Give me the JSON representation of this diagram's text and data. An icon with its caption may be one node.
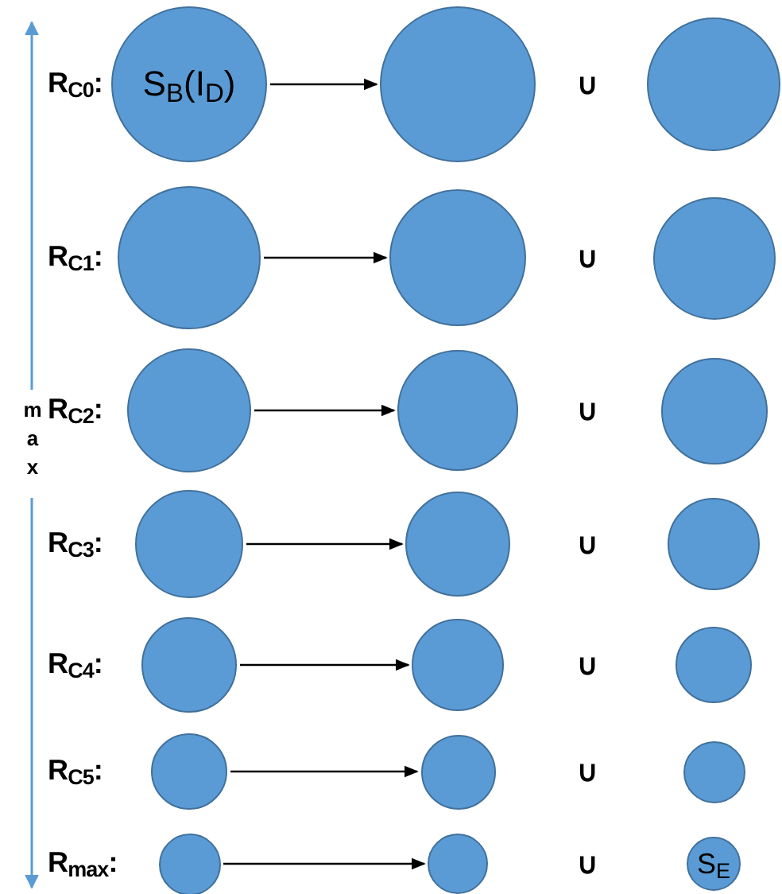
{
  "diagram": {
    "nodes": [
      {
        "text": [
          "S$_{B}$(I$_{D}$)"
        ]
      },
      {
        "text": [],
        "shape": "circle"
      },
      {
        "text": [],
        "shape": "circle"
      },
      {
        "text": [],
        "shape": "circle"
      },
      {
        "text": [],
        "shape": "circle"
      },
      {
        "text": [],
        "shape": "circle"
      },
      {
        "text": [],
        "shape": "circle"
      },
      {
        "text": [],
        "shape": "circle"
      },
      {
        "text": [],
        "shape": "circle"
      },
      {
        "text": [],
        "shape": "circle"
      },
      {
        "text": [],
        "shape": "circle"
      },
      {
        "text": [],
        "shape": "circle"
      },
      {
        "text": [],
        "shape": "circle"
      },
      {
        "text": [],
        "shape": "circle"
      },
      {
        "text": [],
        "shape": "circle"
      },
      {
        "text": [],
        "shape": "circle"
      },
      {
        "text": [],
        "shape": "circle"
      },
      {
        "text": [],
        "shape": "circle"
      },
      {
        "text": [],
        "shape": "circle"
      },
      {
        "text": [],
        "shape": "circle"
      },
      {
        "text": [
          "S$_{E}$"
        ]
      }
    ],
    "edges": [
      {
        "from": 0,
        "to": 1,
        "arrow": "to"
      },
      {
        "from": 3,
        "to": 4,
        "arrow": "to"
      },
      {
        "from": 6,
        "to": 7,
        "arrow": "to"
      },
      {
        "from": 9,
        "to": 10,
        "arrow": "to"
      },
      {
        "from": 12,
        "to": 13,
        "arrow": "to"
      },
      {
        "from": 15,
        "to": 16,
        "arrow": "to"
      },
      {
        "from": 18,
        "to": 19,
        "arrow": "to"
      }
    ],
    "labels": [
      "R$_{C0}$:",
      "∪",
      "R$_{C1}$:",
      "∪",
      "max",
      "R$_{C2}$:",
      "∪",
      "R$_{C3}$:",
      "∪",
      "R$_{C4}$:",
      "∪",
      "R$_{C5}$:",
      "∪",
      "R$_{max}$:",
      "∪"
    ]
  }
}
